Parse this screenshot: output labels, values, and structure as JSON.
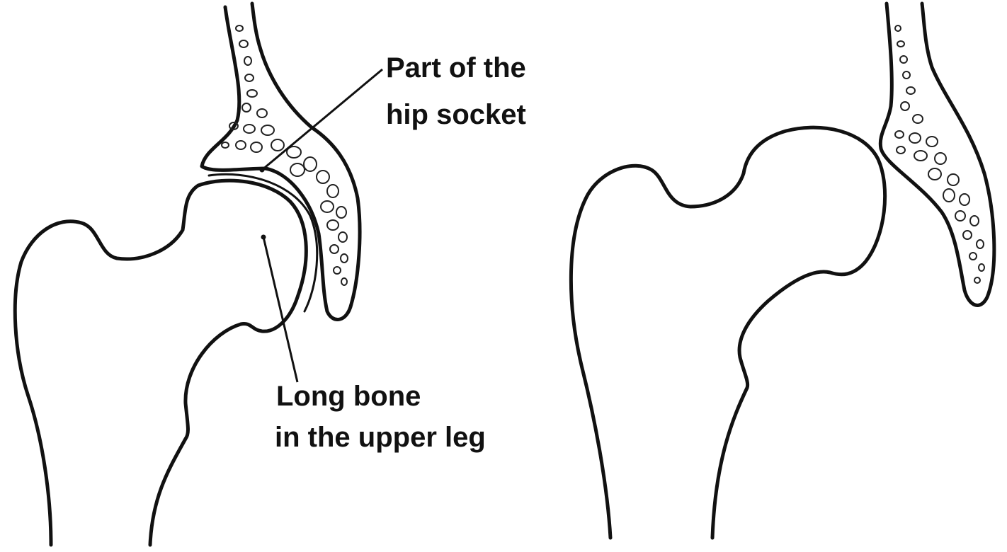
{
  "labels": {
    "socket_line1": "Part of the",
    "socket_line2": "hip socket",
    "femur_line1": "Long bone",
    "femur_line2": "in the upper leg"
  },
  "colors": {
    "ink": "#111111",
    "background": "#ffffff"
  },
  "panels": [
    {
      "name": "normal-hip",
      "femoral_head_in_socket": true
    },
    {
      "name": "dislocated-hip",
      "femoral_head_in_socket": false
    }
  ]
}
